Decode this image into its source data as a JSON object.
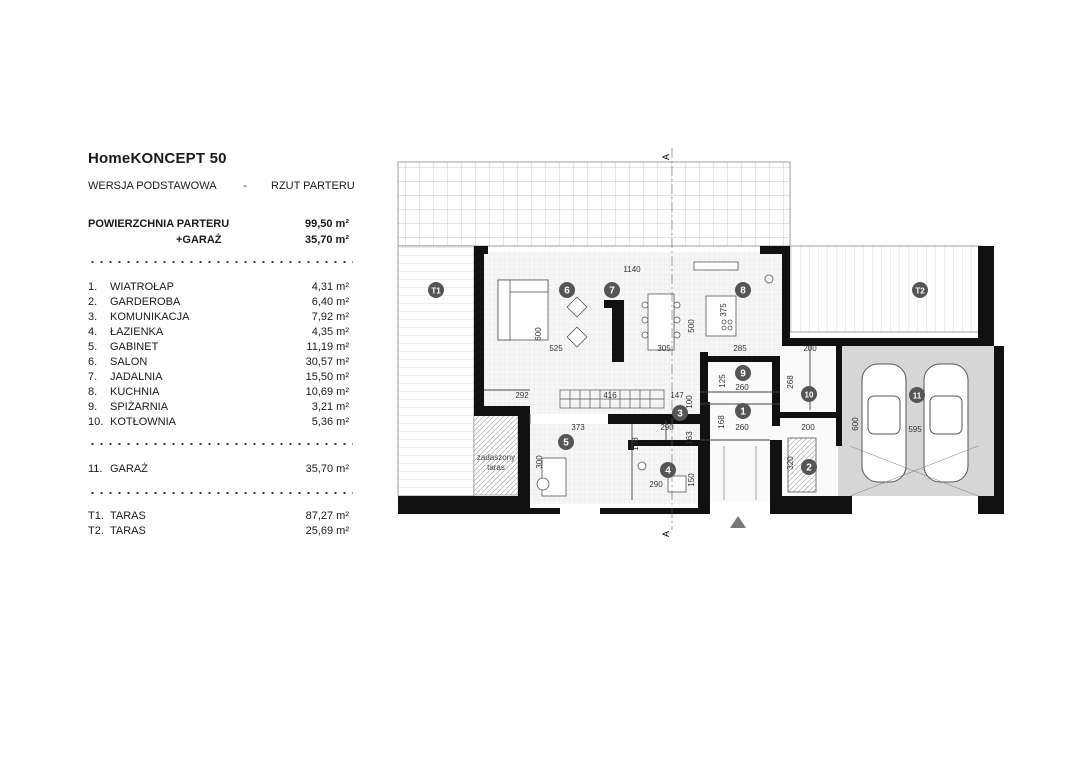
{
  "header": {
    "title": "HomeKONCEPT 50",
    "version": "WERSJA  PODSTAWOWA",
    "dash": "-",
    "view": "RZUT PARTERU"
  },
  "areas": {
    "ground_label": "POWIERZCHNIA PARTERU",
    "ground_value": "99,50 m²",
    "garage_label": "+GARAŻ",
    "garage_value": "35,70 m²"
  },
  "rooms": [
    {
      "num": "1.",
      "name": "WIATROŁAP",
      "area": "4,31 m²"
    },
    {
      "num": "2.",
      "name": "GARDEROBA",
      "area": "6,40 m²"
    },
    {
      "num": "3.",
      "name": "KOMUNIKACJA",
      "area": "7,92 m²"
    },
    {
      "num": "4.",
      "name": "ŁAZIENKA",
      "area": "4,35 m²"
    },
    {
      "num": "5.",
      "name": "GABINET",
      "area": "11,19 m²"
    },
    {
      "num": "6.",
      "name": "SALON",
      "area": "30,57 m²"
    },
    {
      "num": "7.",
      "name": "JADALNIA",
      "area": "15,50 m²"
    },
    {
      "num": "8.",
      "name": "KUCHNIA",
      "area": "10,69 m²"
    },
    {
      "num": "9.",
      "name": "SPIŻARNIA",
      "area": "3,21 m²"
    },
    {
      "num": "10.",
      "name": "KOTŁOWNIA",
      "area": "5,36 m²"
    }
  ],
  "garage": {
    "num": "11.",
    "name": "GARAŻ",
    "area": "35,70 m²"
  },
  "terraces": [
    {
      "num": "T1.",
      "name": "TARAS",
      "area": "87,27 m²"
    },
    {
      "num": "T2.",
      "name": "TARAS",
      "area": "25,69 m²"
    }
  ],
  "plan": {
    "section_mark": "A",
    "covered_terrace_line1": "zadaszony",
    "covered_terrace_line2": "taras",
    "room_markers": [
      "1",
      "2",
      "3",
      "4",
      "5",
      "6",
      "7",
      "8",
      "9",
      "10",
      "11",
      "T1",
      "T2"
    ],
    "dimensions": [
      "1140",
      "600",
      "525",
      "305",
      "500",
      "375",
      "285",
      "292",
      "416",
      "147",
      "100",
      "373",
      "290",
      "163",
      "138",
      "300",
      "290",
      "150",
      "200",
      "268",
      "125",
      "260",
      "168",
      "260",
      "200",
      "320",
      "600",
      "595"
    ]
  }
}
